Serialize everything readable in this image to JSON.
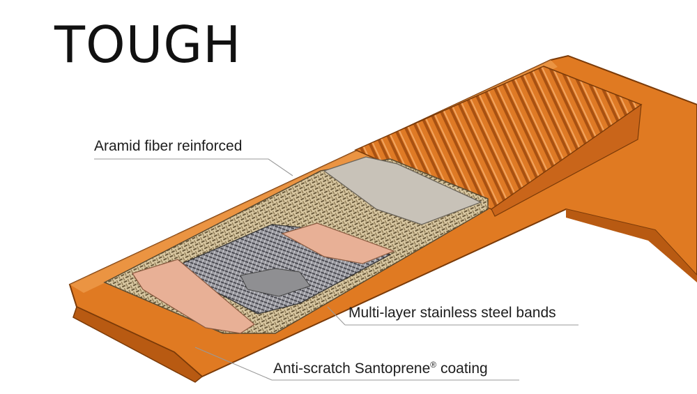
{
  "title": "TOUGH",
  "callouts": {
    "aramid": "Aramid fiber reinforced",
    "steel": "Multi-layer stainless steel bands",
    "coating_prefix": "Anti-scratch Santoprene",
    "coating_mark": "®",
    "coating_suffix": " coating"
  },
  "colors": {
    "outer_shell": "#e07a22",
    "shell_dark": "#b85a12",
    "shell_light": "#f0a050",
    "aramid_weave": "#d8c7a0",
    "steel_band": "#8b8b8f",
    "inner_pad": "#e8b096",
    "grey_layer": "#c8c2b8",
    "leader_line": "#999999"
  }
}
